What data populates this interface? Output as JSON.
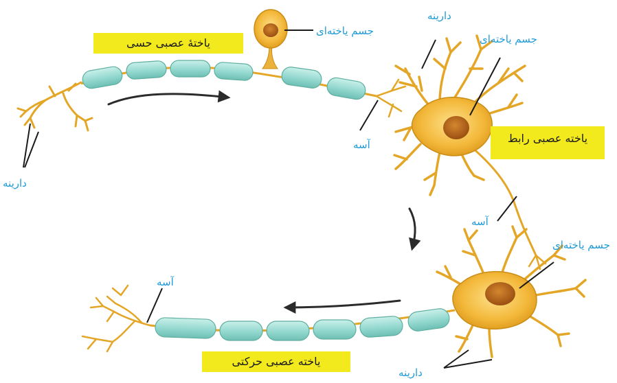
{
  "labels": {
    "sensory_neuron": "یاختهٔ عصبی حسی",
    "interneuron": "یاخته عصبی رابط",
    "motor_neuron": "یاخته عصبی حرکتی",
    "cell_body": "جسم یاخته‌ای",
    "dendrite": "دارینه",
    "axon": "آسه"
  },
  "colors": {
    "label_box": "#f2ea1c",
    "label_text": "#1e9bd7",
    "neuron_body": "#f0b52a",
    "nucleus": "#b8651a",
    "myelin": "#9fded6",
    "arrow": "#2b2b2b"
  }
}
